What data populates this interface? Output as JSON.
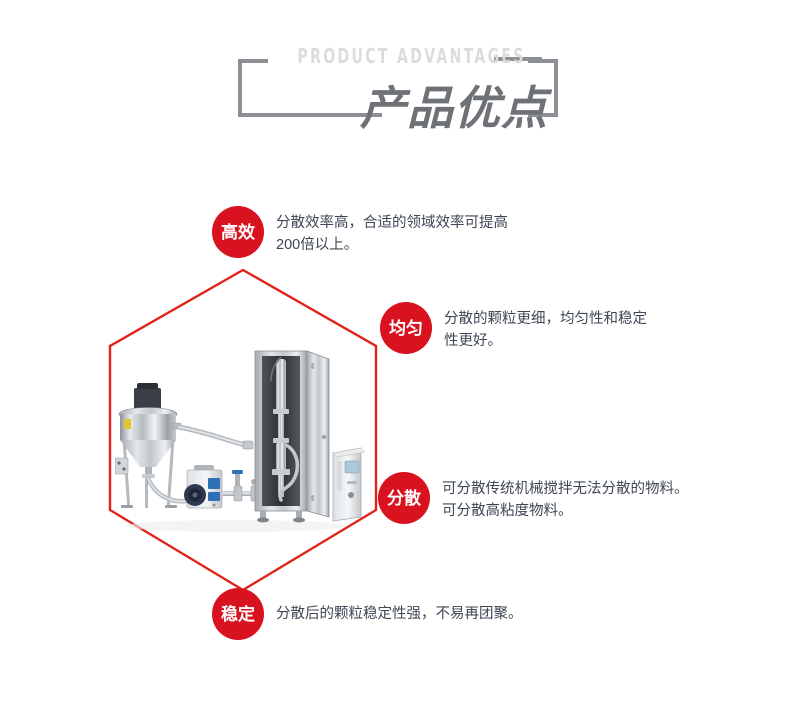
{
  "header": {
    "title_en": "PRODUCT ADVANTAGES",
    "title_cn": "产品优点",
    "accent_gray": "#8c9094",
    "title_en_color": "#dcdcdc",
    "title_cn_color": "#6e7276"
  },
  "hexagon": {
    "stroke_color": "#e2231a",
    "fill_color": "#ffffff"
  },
  "photo": {
    "alt": "industrial ultrasonic dispersion system with stainless steel hopper tank, peristaltic pump, reactor cabinet and control unit"
  },
  "features": [
    {
      "badge": "高效",
      "text": "分散效率高，合适的领域效率可提高\n200倍以上。"
    },
    {
      "badge": "均匀",
      "text": "分散的颗粒更细，均匀性和稳定\n性更好。"
    },
    {
      "badge": "分散",
      "text": "可分散传统机械搅拌无法分散的物料。\n可分散高粘度物料。"
    },
    {
      "badge": "稳定",
      "text": "分散后的颗粒稳定性强，不易再团聚。"
    }
  ],
  "colors": {
    "badge_red": "#d9121f",
    "body_text": "#3f4654",
    "background": "#ffffff"
  }
}
